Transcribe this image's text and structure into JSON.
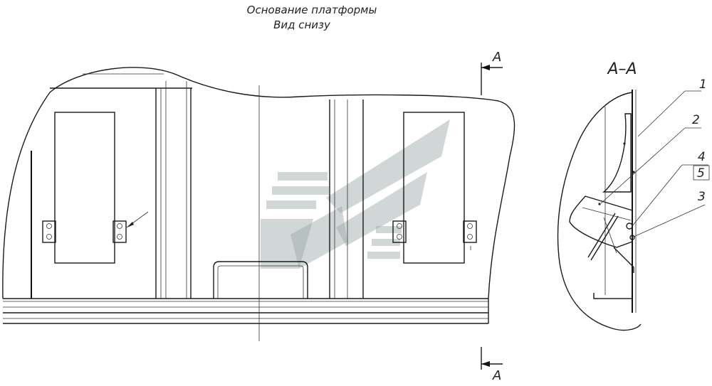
{
  "title": {
    "line1": "Основание платформы",
    "line2": "Вид снизу"
  },
  "section": {
    "marker_letter": "А",
    "view_label": "А–А"
  },
  "callouts": [
    "1",
    "2",
    "4",
    "5",
    "3"
  ],
  "colors": {
    "line": "#1a1a1a",
    "watermark": "#9aa6a6"
  }
}
